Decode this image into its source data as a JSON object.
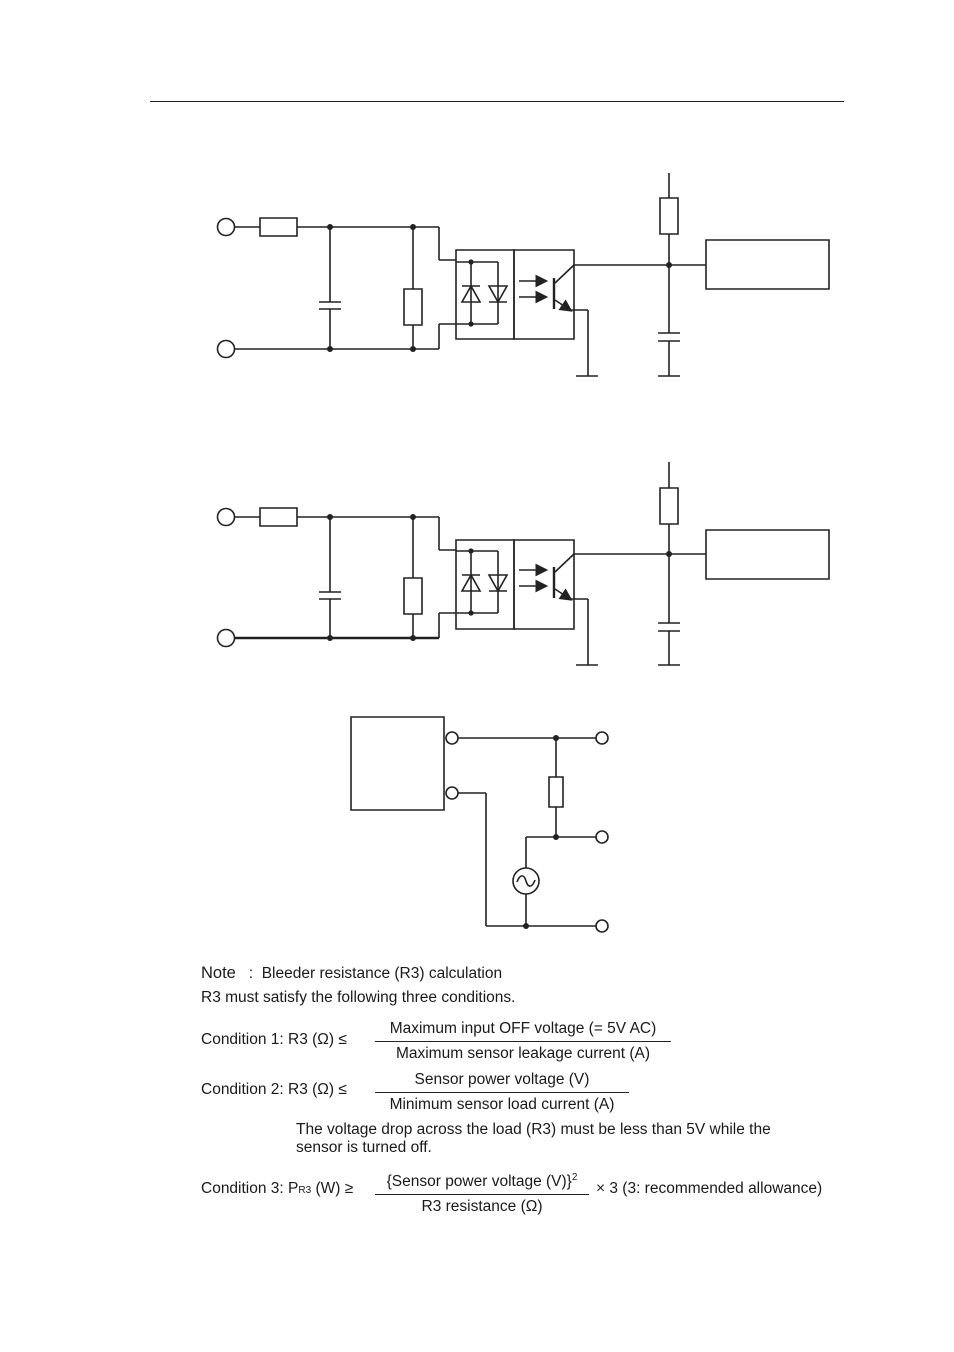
{
  "note": {
    "label": "Note",
    "separator": ":",
    "title": "Bleeder resistance (R3) calculation",
    "intro": "R3 must satisfy the following three conditions."
  },
  "conditions": [
    {
      "lhs": "Condition 1: R3 (Ω) ≤",
      "numerator": "Maximum input OFF voltage (= 5V AC)",
      "denominator": "Maximum sensor leakage current (A)"
    },
    {
      "lhs": "Condition 2: R3 (Ω) ≤",
      "numerator": "Sensor power voltage (V)",
      "denominator": "Minimum sensor load current (A)",
      "remark_line1": "The voltage drop across the load (R3) must be less than 5V while the",
      "remark_line2": "sensor is turned off."
    },
    {
      "lhs_prefix": "Condition 3: P",
      "lhs_sub": "R3",
      "lhs_suffix": " (W) ≥",
      "numerator": "{Sensor power voltage (V)}",
      "numerator_sup": "2",
      "denominator": "R3 resistance (Ω)",
      "rhs": "× 3 (3: recommended allowance)"
    }
  ],
  "icons": {
    "ac_source": "ac-source-icon",
    "resistor": "resistor-icon",
    "capacitor": "capacitor-icon",
    "diode": "diode-icon",
    "phototransistor": "phototransistor-icon"
  }
}
